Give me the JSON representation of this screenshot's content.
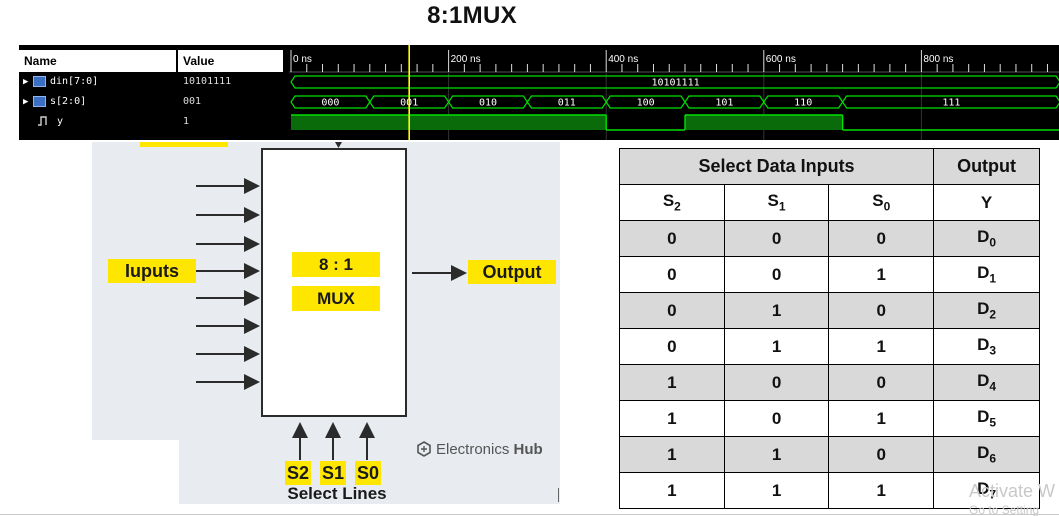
{
  "title": "8:1MUX",
  "wave": {
    "name_header": "Name",
    "value_header": "Value",
    "signals": [
      {
        "name": "din[7:0]",
        "value": "10101111"
      },
      {
        "name": "s[2:0]",
        "value": "001"
      },
      {
        "name": "y",
        "value": "1"
      }
    ],
    "time_ticks": [
      "0 ns",
      "200 ns",
      "400 ns",
      "600 ns",
      "800 ns"
    ],
    "din_value": "10101111",
    "s_values": [
      "000",
      "001",
      "010",
      "011",
      "100",
      "101",
      "110",
      "111"
    ],
    "cursor_ns": 150,
    "colors": {
      "bus": "#00e000",
      "cursor": "#ffff00",
      "grid": "#333333"
    }
  },
  "diagram": {
    "inputs_label": "Iuputs",
    "mux_line1": "8 : 1",
    "mux_line2": "MUX",
    "output_label": "Output",
    "select": [
      "S2",
      "S1",
      "S0"
    ],
    "select_lines_label": "Select Lines",
    "brand": "Electronics Hub",
    "brand_light": "Electronics ",
    "brand_bold": "Hub",
    "highlight_color": "#ffe600"
  },
  "table": {
    "group_header": "Select Data Inputs",
    "output_header": "Output",
    "col_heads": [
      {
        "base": "S",
        "sub": "2"
      },
      {
        "base": "S",
        "sub": "1"
      },
      {
        "base": "S",
        "sub": "0"
      },
      {
        "base": "Y",
        "sub": ""
      }
    ],
    "rows": [
      {
        "s2": "0",
        "s1": "0",
        "s0": "0",
        "y": "D",
        "ysub": "0"
      },
      {
        "s2": "0",
        "s1": "0",
        "s0": "1",
        "y": "D",
        "ysub": "1"
      },
      {
        "s2": "0",
        "s1": "1",
        "s0": "0",
        "y": "D",
        "ysub": "2"
      },
      {
        "s2": "0",
        "s1": "1",
        "s0": "1",
        "y": "D",
        "ysub": "3"
      },
      {
        "s2": "1",
        "s1": "0",
        "s0": "0",
        "y": "D",
        "ysub": "4"
      },
      {
        "s2": "1",
        "s1": "0",
        "s0": "1",
        "y": "D",
        "ysub": "5"
      },
      {
        "s2": "1",
        "s1": "1",
        "s0": "0",
        "y": "D",
        "ysub": "6"
      },
      {
        "s2": "1",
        "s1": "1",
        "s0": "1",
        "y": "D",
        "ysub": "7"
      }
    ]
  },
  "watermark": {
    "line1": "Activate W",
    "line2": "Go to Setting"
  }
}
